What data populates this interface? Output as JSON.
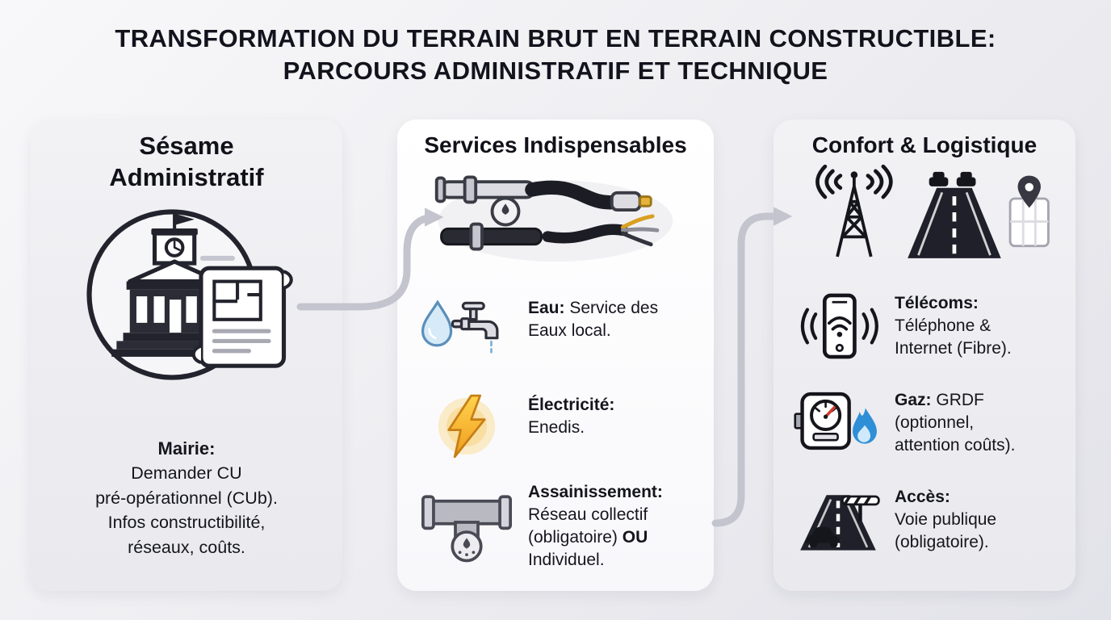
{
  "title": {
    "line1": "TRANSFORMATION DU TERRAIN BRUT EN TERRAIN CONSTRUCTIBLE:",
    "line2": "PARCOURS ADMINISTRATIF ET TECHNIQUE"
  },
  "cards": [
    {
      "heading": "Sésame Administratif",
      "illustration": "town-hall-with-permit-scroll",
      "label": "Mairie:",
      "text": "Demander CU\npré-opérationnel (CUb).\nInfos constructibilité,\nréseaux, coûts."
    },
    {
      "heading": "Services Indispensables",
      "illustration": "utility-pipes-and-cables",
      "items": [
        {
          "icon": "water-drop-faucet",
          "label": "Eau:",
          "text": "Service des Eaux local."
        },
        {
          "icon": "lightning-bolt",
          "label": "Électricité:",
          "text": "Enedis."
        },
        {
          "icon": "sewer-pipe-drain",
          "label": "Assainissement:",
          "text_before": "Réseau collectif (obligatoire) ",
          "text_bold": "OU",
          "text_after": " Individuel."
        }
      ]
    },
    {
      "heading": "Confort & Logistique",
      "illustration": "antenna-road-map",
      "items": [
        {
          "icon": "smartphone-wifi",
          "label": "Télécoms:",
          "text": "Téléphone & Internet (Fibre)."
        },
        {
          "icon": "gas-meter-flame",
          "label": "Gaz:",
          "text": "GRDF (optionnel, attention coûts)."
        },
        {
          "icon": "road-with-barrier",
          "label": "Accès:",
          "text": "Voie publique (obligatoire)."
        }
      ]
    }
  ],
  "colors": {
    "title_text": "#13131d",
    "card_side_bg": "#eeeef2",
    "card_middle_bg": "#ffffff",
    "arrow": "#c4c4cf",
    "lightning_yellow": "#f7b526",
    "flame_blue": "#2f8fd6",
    "water_blue": "#d6eaf8"
  }
}
